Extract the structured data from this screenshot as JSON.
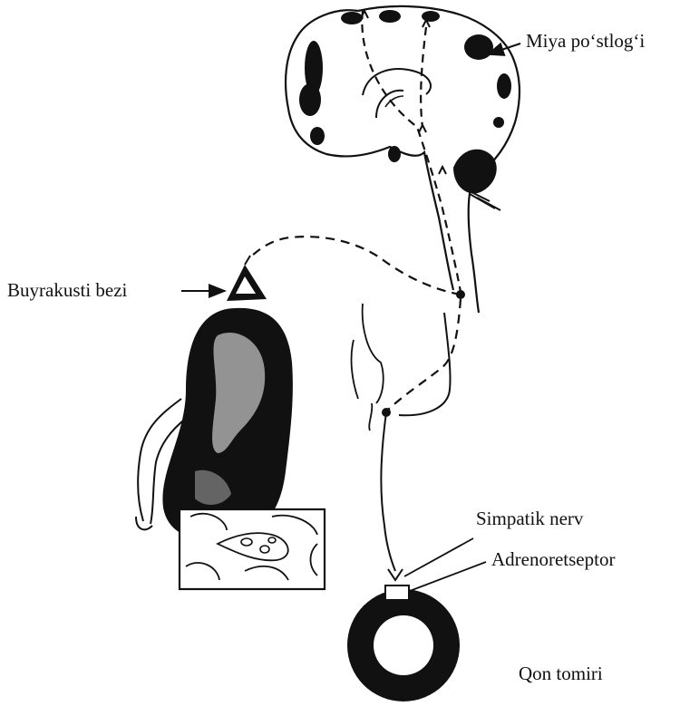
{
  "labels": {
    "cortex": "Miya po‘stlog‘i",
    "adrenal": "Buyrakusti bezi",
    "sympathetic_nerve": "Simpatik nerv",
    "adrenoreceptor": "Adrenoretseptor",
    "blood_vessel": "Qon tomiri"
  },
  "colors": {
    "ink": "#111111",
    "paper": "#ffffff"
  },
  "icons": {
    "arrow": "left-arrow-icon",
    "brain": "brain-drawing",
    "kidney": "kidney-drawing",
    "vessel": "vessel-ring-drawing"
  }
}
